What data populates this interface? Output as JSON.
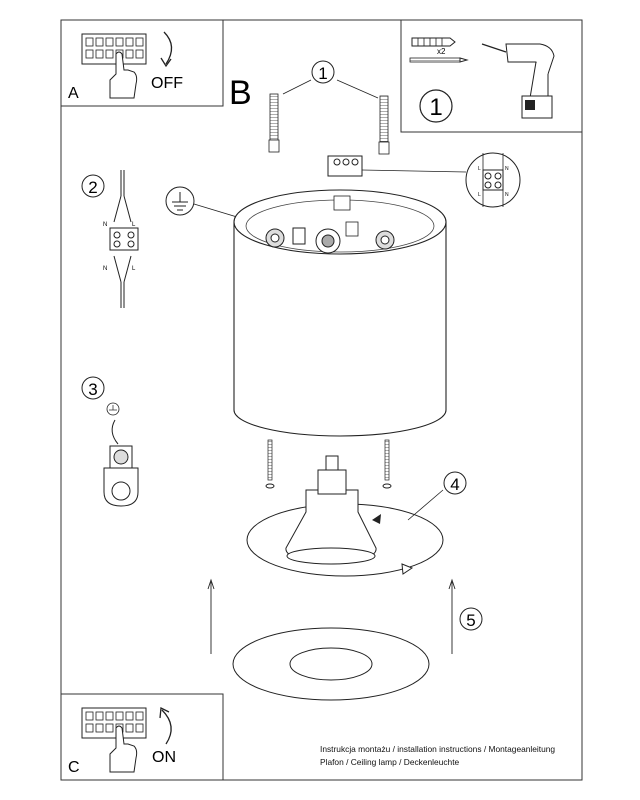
{
  "panels": {
    "a": {
      "letter": "A",
      "label": "OFF"
    },
    "b": {
      "letter": "B"
    },
    "c": {
      "letter": "C",
      "label": "ON"
    },
    "kit": {
      "quantity_label": "x2",
      "step": "1"
    }
  },
  "steps": {
    "s1": "1",
    "s2": "2",
    "s3": "3",
    "s4": "4",
    "s5": "5"
  },
  "terminal_labels": {
    "n": "N",
    "l": "L"
  },
  "footer": {
    "line1": "Instrukcja montażu / installation instructions / Montageanleitung",
    "line2": "Plafon / Ceiling lamp / Deckenleuchte"
  },
  "colors": {
    "line": "#1a1a1a",
    "frame": "#333333",
    "background": "#ffffff"
  }
}
